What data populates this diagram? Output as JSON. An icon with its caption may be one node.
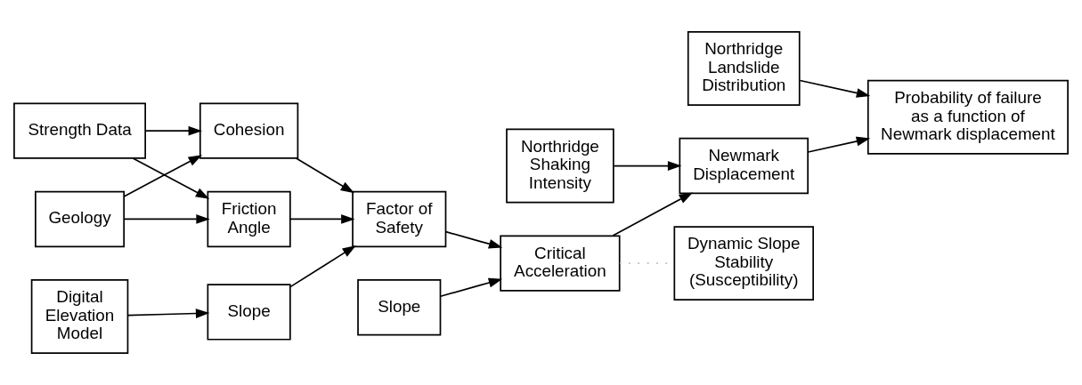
{
  "diagram": {
    "nodes": [
      {
        "text": [
          "Geology"
        ]
      },
      {
        "text": [
          "Friction Angle"
        ]
      },
      {
        "text": [
          "Strength Data"
        ]
      },
      {
        "text": [
          "Cohesion"
        ]
      },
      {
        "text": [
          "Digital Elevation Model"
        ]
      },
      {
        "text": [
          "Slope"
        ]
      },
      {
        "text": [
          "Factor of Safety"
        ]
      },
      {
        "text": [
          "Northridge Shaking Intensity"
        ]
      },
      {
        "text": [
          "Critical Acceleration"
        ]
      },
      {
        "text": [
          "Slope"
        ]
      },
      {
        "text": [
          "Newmark Displacement"
        ]
      },
      {
        "text": [
          "Probability of failure as a function of Newmark displacement"
        ]
      },
      {
        "text": [
          "Northridge Landslide Distribution"
        ]
      },
      {
        "text": [
          "Dynamic Slope Stability (Susceptibility)"
        ]
      }
    ],
    "edges": [
      {
        "from": 0,
        "to": 1,
        "arrow": "to"
      },
      {
        "from": 0,
        "to": 3,
        "arrow": "to"
      },
      {
        "from": 2,
        "to": 1,
        "arrow": "to"
      },
      {
        "from": 2,
        "to": 3,
        "arrow": "to"
      },
      {
        "from": 4,
        "to": 5,
        "arrow": "to"
      },
      {
        "from": 1,
        "to": 6,
        "arrow": "to"
      },
      {
        "from": 3,
        "to": 6,
        "arrow": "to"
      },
      {
        "from": 5,
        "to": 6,
        "arrow": "to"
      },
      {
        "from": 6,
        "to": 8,
        "arrow": "to"
      },
      {
        "from": 9,
        "to": 8,
        "arrow": "to"
      },
      {
        "from": 7,
        "to": 10,
        "arrow": "to"
      },
      {
        "from": 8,
        "to": 10,
        "arrow": "to"
      },
      {
        "from": 10,
        "to": 11,
        "arrow": "to"
      },
      {
        "from": 12,
        "to": 11,
        "arrow": "to"
      },
      {
        "from": 8,
        "to": 13,
        "arrow": "none",
        "style": "dashed",
        "color": "#bbbbbb"
      }
    ]
  }
}
